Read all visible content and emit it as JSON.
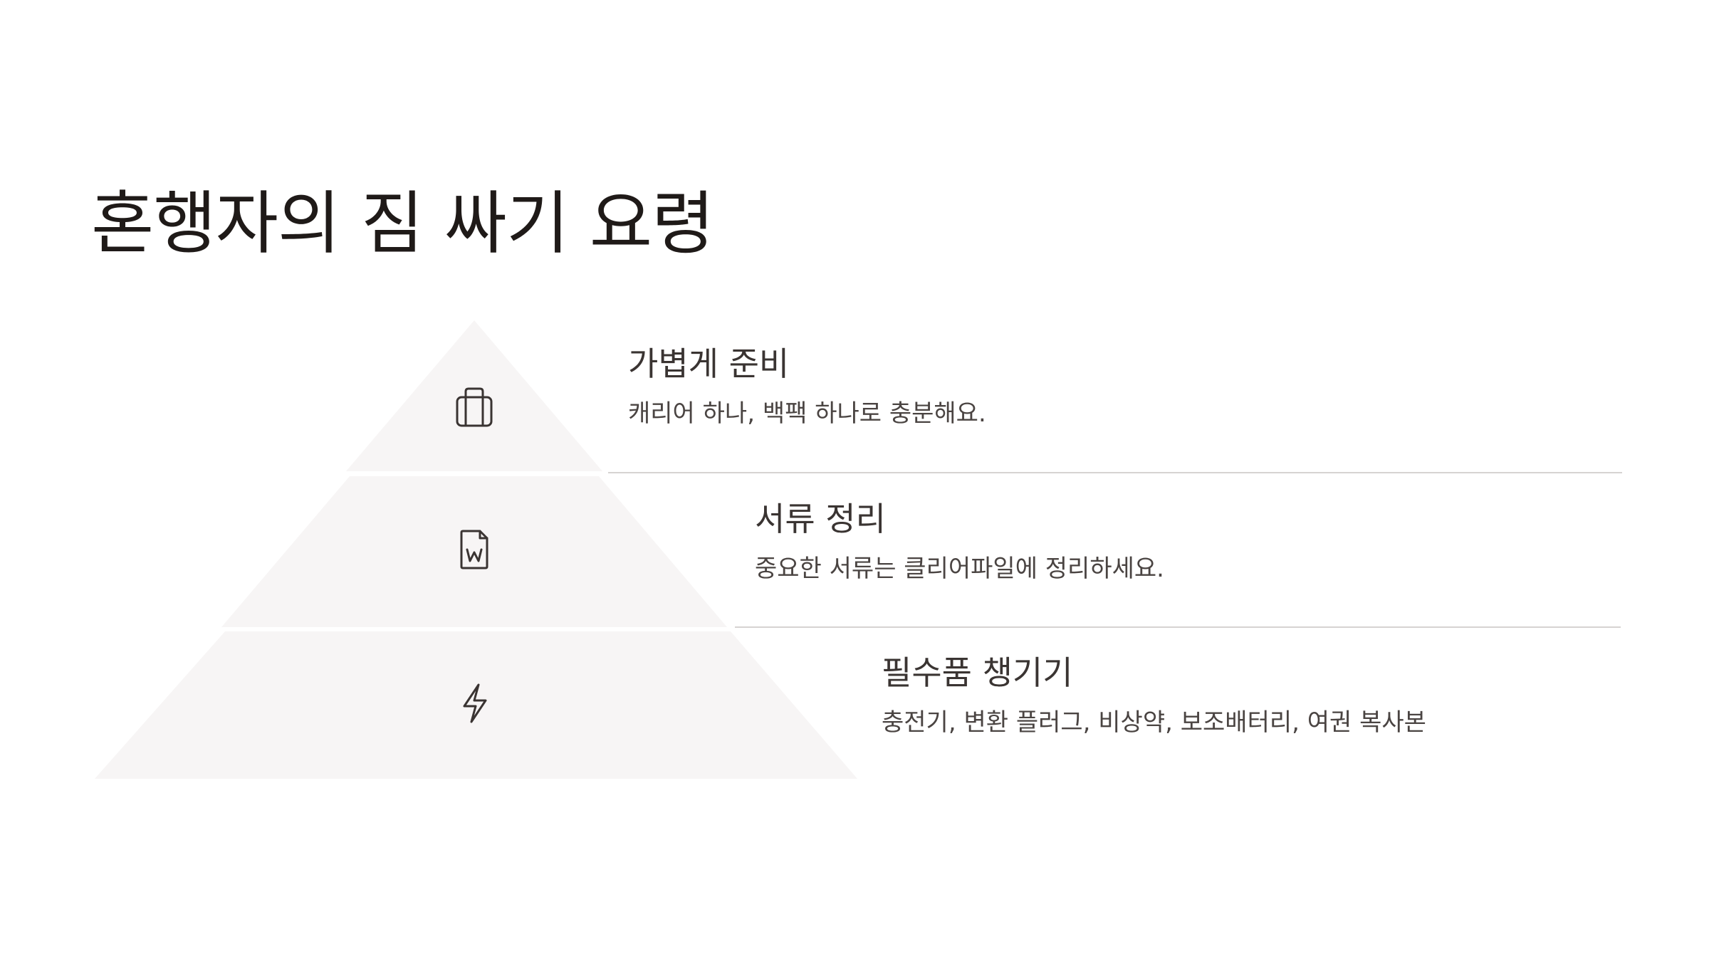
{
  "title": "혼행자의 짐 싸기 요령",
  "colors": {
    "tier_fill": "#f7f5f5",
    "divider": "#d6d3d2",
    "text": "#3a3432"
  },
  "tiers": [
    {
      "icon": "suitcase-icon",
      "heading": "가볍게 준비",
      "description": "캐리어 하나, 백팩 하나로 충분해요."
    },
    {
      "icon": "document-icon",
      "heading": "서류 정리",
      "description": "중요한 서류는 클리어파일에 정리하세요."
    },
    {
      "icon": "lightning-icon",
      "heading": "필수품 챙기기",
      "description": "충전기, 변환 플러그, 비상약, 보조배터리, 여권 복사본"
    }
  ]
}
